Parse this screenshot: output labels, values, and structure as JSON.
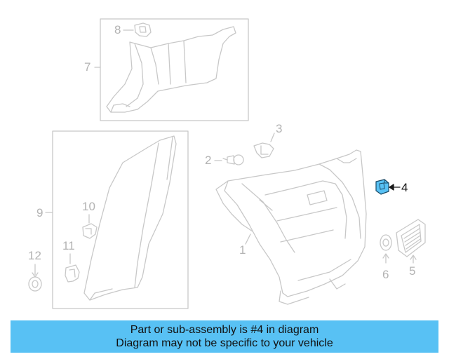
{
  "callouts": {
    "c1": "1",
    "c2": "2",
    "c3": "3",
    "c4": "4",
    "c5": "5",
    "c6": "6",
    "c7": "7",
    "c8": "8",
    "c9": "9",
    "c10": "10",
    "c11": "11",
    "c12": "12"
  },
  "highlighted_part": "4",
  "colors": {
    "line": "#c8c8c8",
    "text": "#b3b3b3",
    "highlight": "#58c1f4",
    "banner": "#58c1f4"
  },
  "banner": {
    "line1": "Part or sub-assembly is #4 in diagram",
    "line2": "Diagram may not be specific to your vehicle"
  }
}
